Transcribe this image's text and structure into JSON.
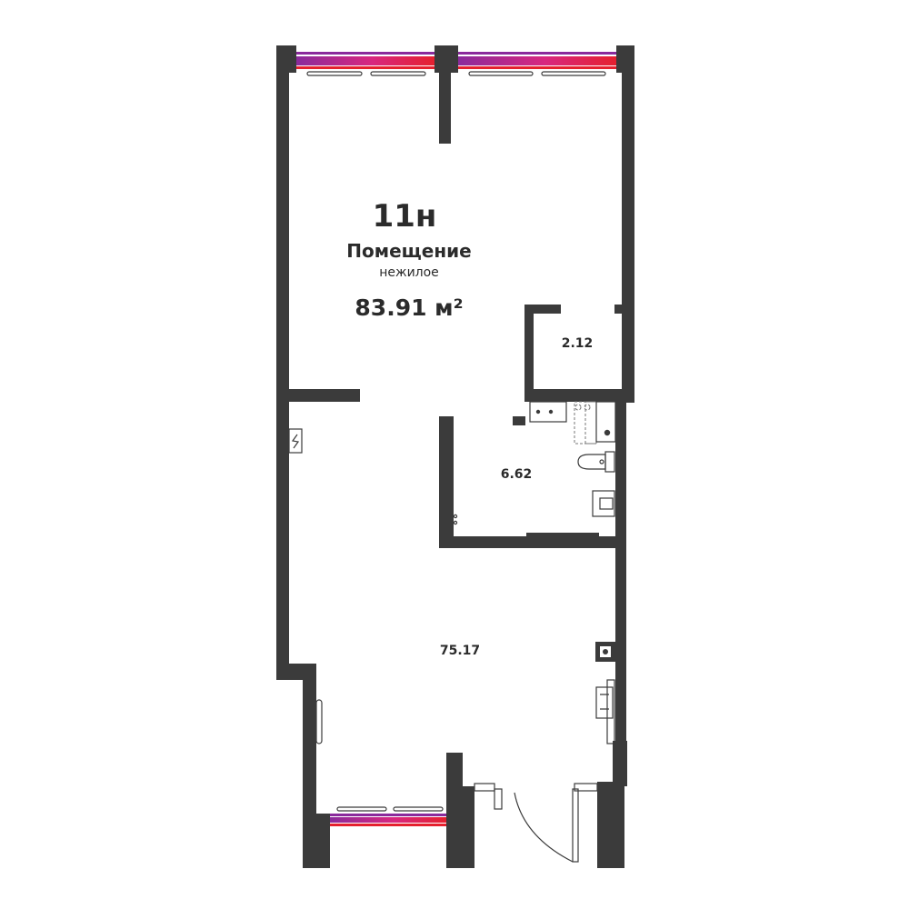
{
  "plan": {
    "unit_number": "11н",
    "title": "Помещение",
    "subtitle": "нежилое",
    "total_area": "83.91 м²",
    "rooms": [
      {
        "area": "2.12"
      },
      {
        "area": "6.62"
      },
      {
        "area": "75.17"
      }
    ]
  },
  "colors": {
    "wall": "#3b3b3b",
    "window_purple": "#8a2a9c",
    "window_magenta": "#d8277f",
    "window_red": "#e5202e"
  }
}
